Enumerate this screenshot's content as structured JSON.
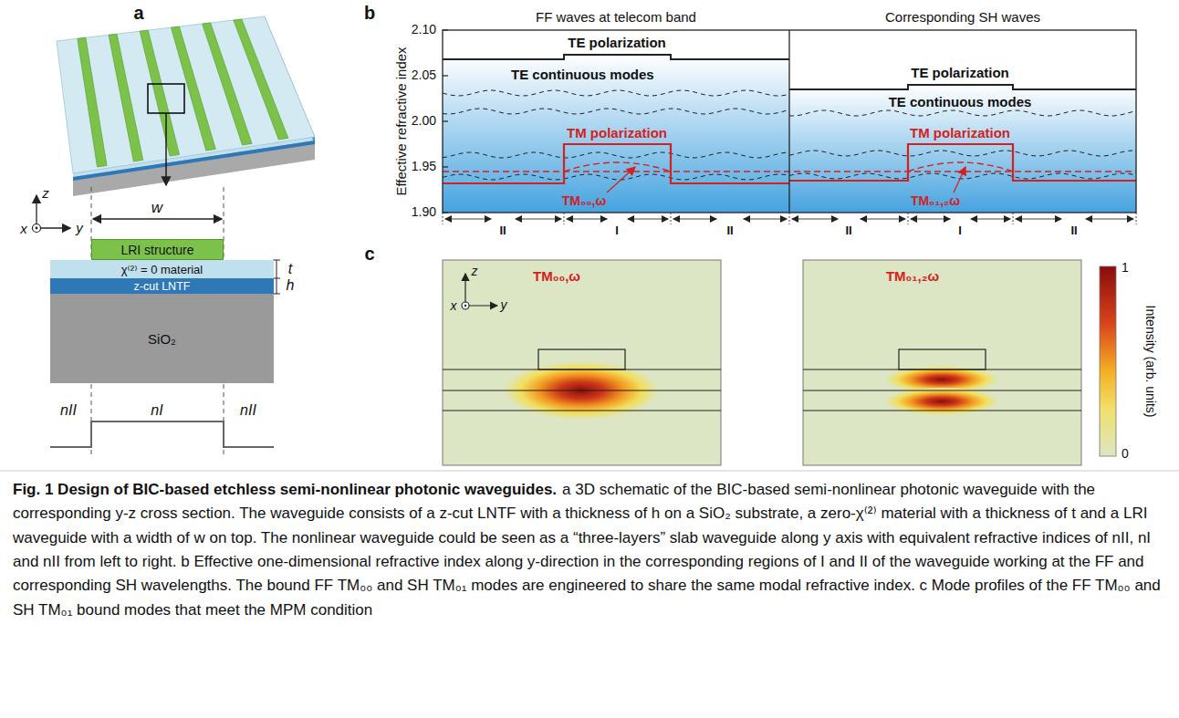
{
  "diagram": {
    "title": "Fig. 1 Design of BIC-based etchless semi-nonlinear photonic waveguides.",
    "caption": "a 3D schematic of the BIC-based semi-nonlinear photonic waveguide with the corresponding y-z cross section. The waveguide consists of a z-cut LNTF with a thickness of h on a SiO₂ substrate, a zero-χ⁽²⁾ material with a thickness of t and a LRI waveguide with a width of w on top. The nonlinear waveguide could be seen as a “three-layers” slab waveguide along y axis with equivalent refractive indices of nII, nI and nII from left to right. b Effective one-dimensional refractive index along y-direction in the corresponding regions of I and II of the waveguide working at the FF and corresponding SH wavelengths. The bound FF TM₀₀ and SH TM₀₁ modes are engineered to share the same modal refractive index. c Mode profiles of the FF TM₀₀ and SH TM₀₁ bound modes that meet the MPM condition",
    "nodes": [
      {
        "text": [
          "LRI structure"
        ]
      },
      {
        "text": [
          "χ⁽²⁾ = 0 material"
        ]
      },
      {
        "text": [
          "z-cut LNTF"
        ]
      },
      {
        "text": [
          "SiO₂"
        ]
      }
    ],
    "labels": [
      "a",
      "w",
      "t",
      "h",
      "z",
      "y",
      "x",
      "nII",
      "nI",
      "nII",
      "b",
      "Effective refractive index",
      "2.10",
      "2.05",
      "2.00",
      "1.95",
      "1.90",
      "FF waves at telecom band",
      "Corresponding SH waves",
      "TE polarization",
      "TE continuous modes",
      "TM polarization",
      "TM₀₀,ω",
      "TE polarization",
      "TE continuous modes",
      "TM polarization",
      "TM₀₁,₂ω",
      "II",
      "I",
      "II",
      "II",
      "I",
      "II",
      "c",
      "TM₀₀,ω",
      "z",
      "y",
      "x",
      "TM₀₁,₂ω",
      "1",
      "Intensity (arb. units)",
      "0"
    ]
  }
}
